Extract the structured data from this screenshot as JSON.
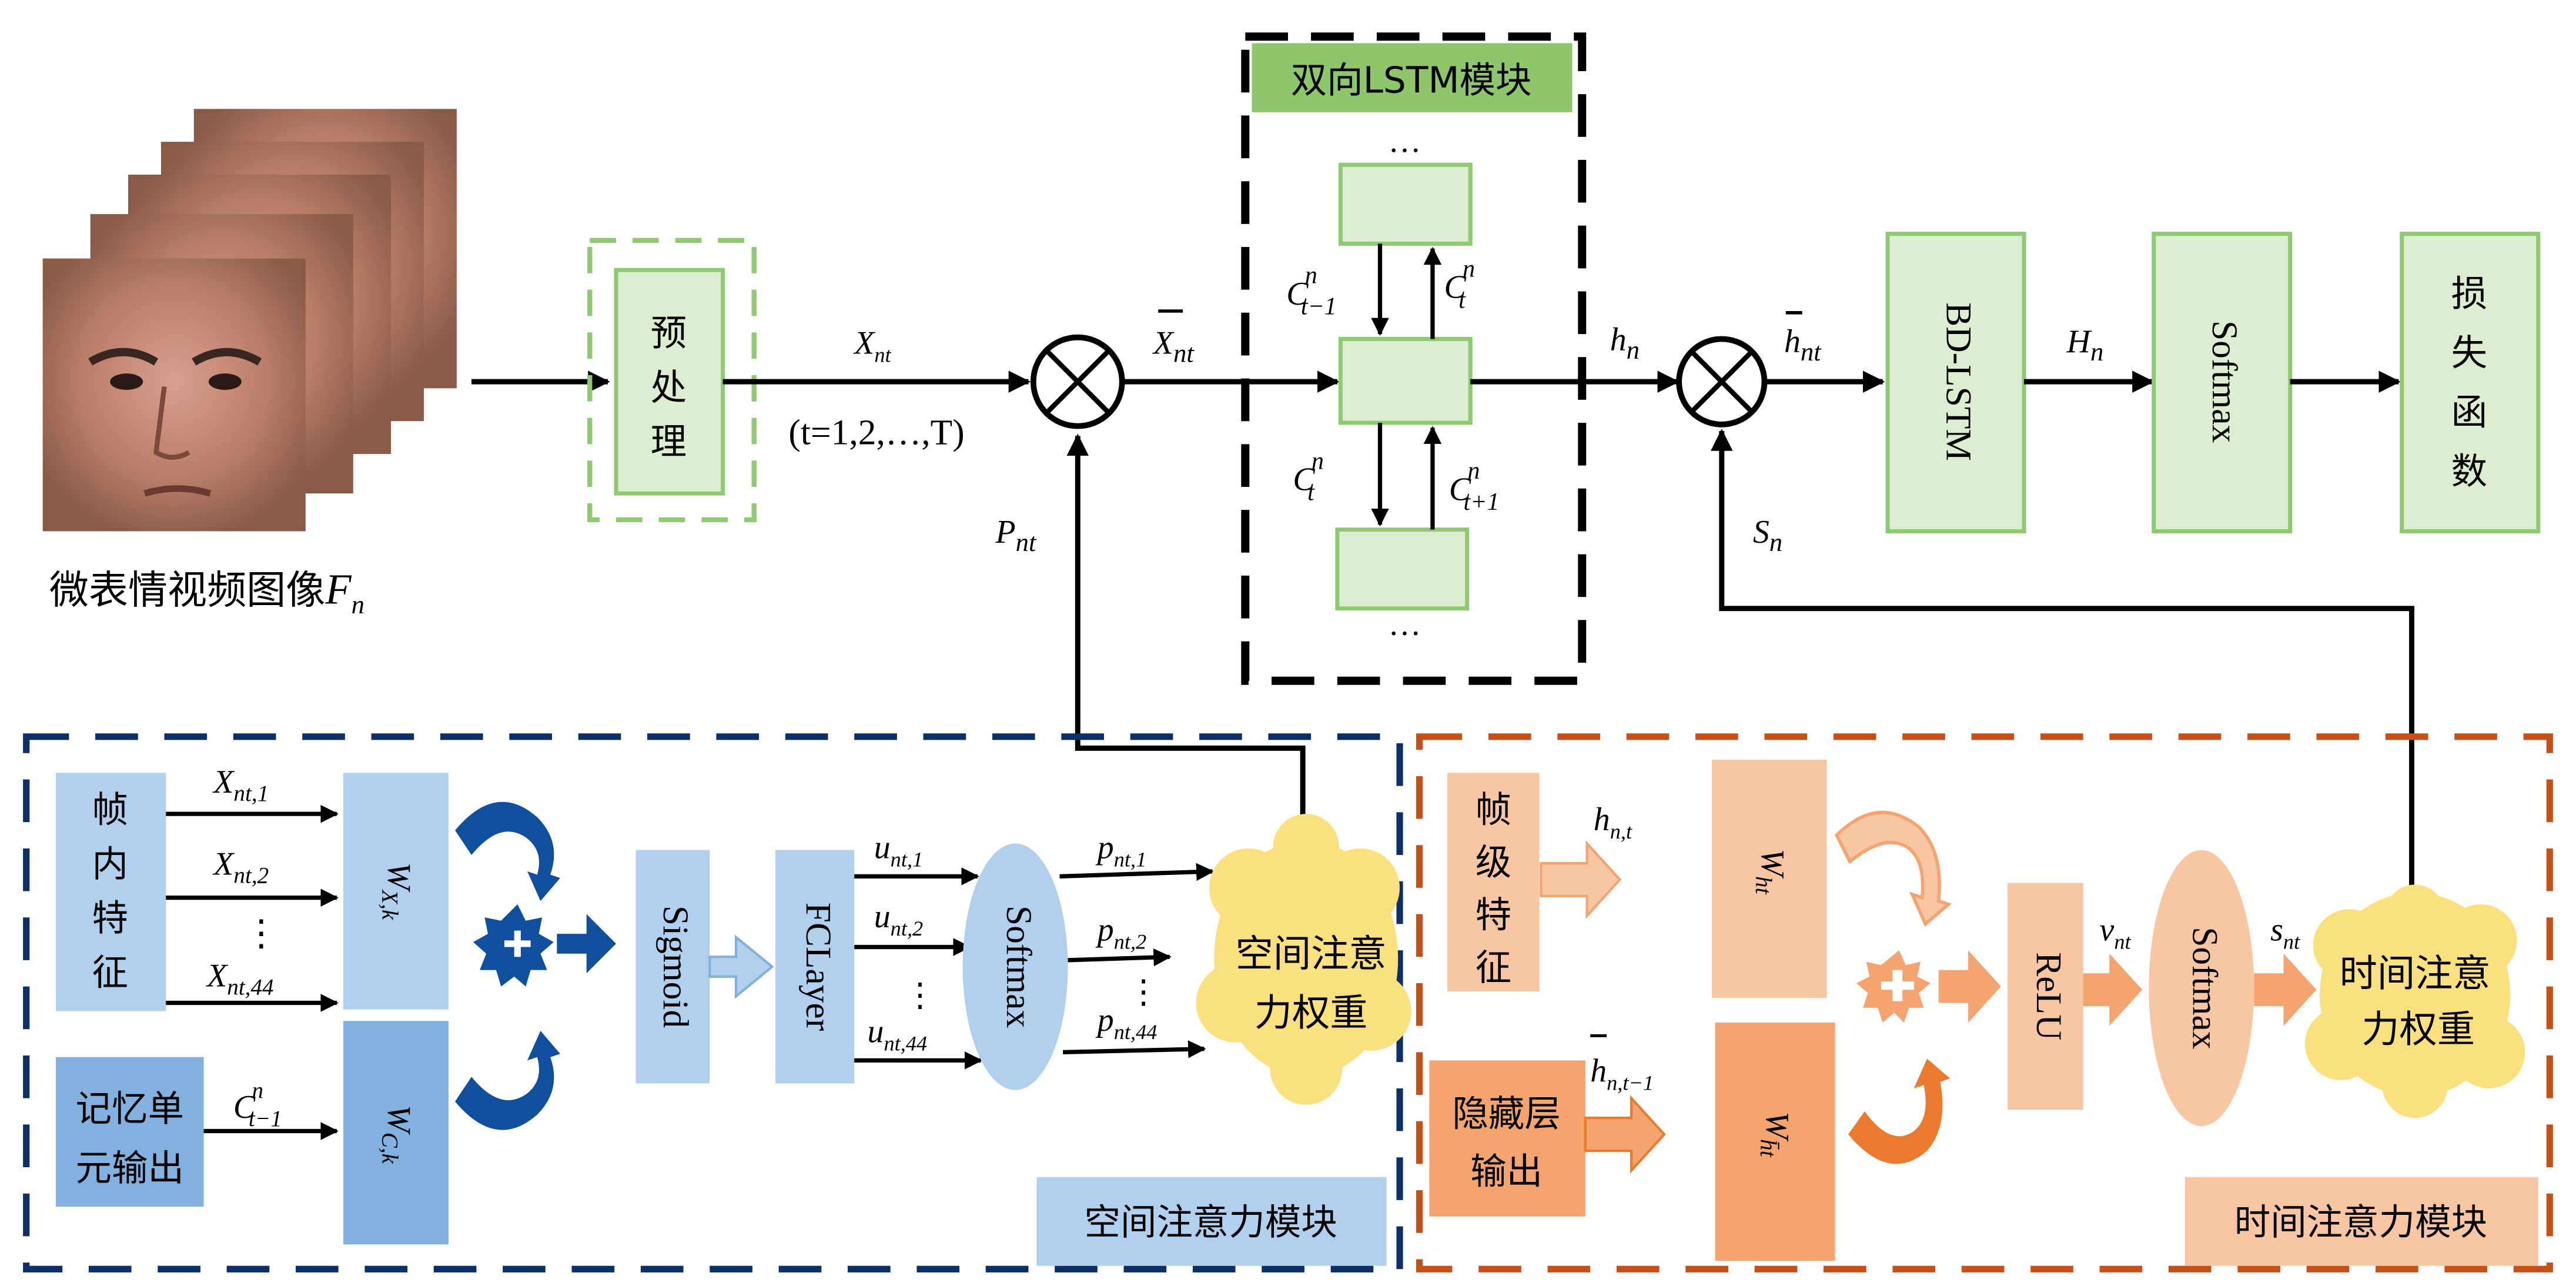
{
  "figure": {
    "input_caption": "微表情视频图像",
    "input_caption_symbol": "F",
    "input_caption_sub": "n",
    "preprocess_label": [
      "预",
      "处",
      "理"
    ],
    "x_nt": {
      "main": "X",
      "sub": "nt"
    },
    "t_range": "(t=1,2,…,T)",
    "x_bar_nt": {
      "main": "X",
      "sub": "nt"
    },
    "p_nt": {
      "main": "P",
      "sub": "nt"
    },
    "multiply_symbol": "⊗"
  },
  "lstm_module": {
    "title": "双向LSTM模块",
    "ellipsis_top": "…",
    "ellipsis_bottom": "…",
    "c_labels": [
      {
        "main": "C",
        "sup": "n",
        "sub": "t−1"
      },
      {
        "main": "C",
        "sup": "n",
        "sub": "t"
      },
      {
        "main": "C",
        "sup": "n",
        "sub": "t"
      },
      {
        "main": "C",
        "sup": "n",
        "sub": "t+1"
      }
    ],
    "h_n": {
      "main": "h",
      "sub": "n"
    }
  },
  "output_chain": {
    "h_bar_nt": {
      "main": "h",
      "sub": "nt"
    },
    "s_n": {
      "main": "S",
      "sub": "n"
    },
    "bd_lstm": "BD-LSTM",
    "H_n": {
      "main": "H",
      "sub": "n"
    },
    "softmax": "Softmax",
    "loss": [
      "损",
      "失",
      "函",
      "数"
    ]
  },
  "spatial_module": {
    "title": "空间注意力模块",
    "intra_frame": [
      "帧",
      "内",
      "特",
      "征"
    ],
    "memory_output": [
      "记忆单",
      "元输出"
    ],
    "x_inputs": [
      {
        "main": "X",
        "sub": "nt,1"
      },
      {
        "main": "X",
        "sub": "nt,2"
      },
      {
        "main": "X",
        "sub": "nt,44"
      }
    ],
    "c_input": {
      "main": "C",
      "sup": "n",
      "sub": "t−1"
    },
    "w_x": {
      "main": "W",
      "sub": "X,k"
    },
    "w_c": {
      "main": "W",
      "sub": "C,k"
    },
    "sigmoid": "Sigmoid",
    "fclayer": "FCLayer",
    "softmax": "Softmax",
    "u_outputs": [
      {
        "main": "u",
        "sub": "nt,1"
      },
      {
        "main": "u",
        "sub": "nt,2"
      },
      {
        "main": "u",
        "sub": "nt,44"
      }
    ],
    "p_outputs": [
      {
        "main": "p",
        "sub": "nt,1"
      },
      {
        "main": "p",
        "sub": "nt,2"
      },
      {
        "main": "p",
        "sub": "nt,44"
      }
    ],
    "weight_cloud": [
      "空间注意",
      "力权重"
    ],
    "vdots": "⋮"
  },
  "temporal_module": {
    "title": "时间注意力模块",
    "frame_feature": [
      "帧",
      "级",
      "特",
      "征"
    ],
    "hidden_output": [
      "隐藏层",
      "输出"
    ],
    "h_input": {
      "main": "h",
      "sub": "n,t"
    },
    "h_bar_input": {
      "main": "h",
      "sub": "n,t−1"
    },
    "w_h": {
      "main": "W",
      "sub": "ht"
    },
    "w_h_bar": {
      "main": "W",
      "sub": "h̄t"
    },
    "relu": "ReLU",
    "v_nt": {
      "main": "v",
      "sub": "nt"
    },
    "softmax": "Softmax",
    "s_nt": {
      "main": "s",
      "sub": "nt"
    },
    "weight_cloud": [
      "时间注意",
      "力权重"
    ]
  },
  "colors": {
    "green_fill": "#dcedd0",
    "green_stroke": "#8fca73",
    "green_title": "#8dc66b",
    "blue_light": "#b0d0ee",
    "blue_mid": "#82b1e0",
    "blue_dark": "#0f4f9e",
    "blue_dash": "#0e2f66",
    "orange_light": "#f9c6a4",
    "orange_mid": "#f4a46f",
    "orange_dark": "#ec7a2e",
    "orange_dash": "#c5501a",
    "cloud_yellow": "#fbe07f"
  }
}
